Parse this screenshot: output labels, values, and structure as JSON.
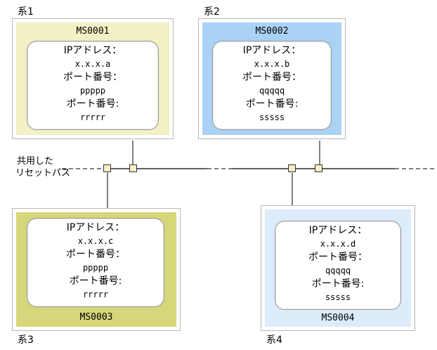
{
  "shared_reset_path": {
    "label_line1": "共用した",
    "label_line2": "リセットパス"
  },
  "systems": [
    {
      "label": "系1",
      "ms_name": "MS0001",
      "ip_label": "IPアドレス：",
      "ip_value": "x.x.x.a",
      "port1_label": "ポート番号：",
      "port1_value": "ppppp",
      "port2_label": "ポート番号:",
      "port2_value": "rrrrr",
      "panel_color": "#f2f0c4"
    },
    {
      "label": "系2",
      "ms_name": "MS0002",
      "ip_label": "IPアドレス：",
      "ip_value": "x.x.x.b",
      "port1_label": "ポート番号：",
      "port1_value": "qqqqq",
      "port2_label": "ポート番号:",
      "port2_value": "sssss",
      "panel_color": "#a9d2f5"
    },
    {
      "label": "系3",
      "ms_name": "MS0003",
      "ip_label": "IPアドレス：",
      "ip_value": "x.x.x.c",
      "port1_label": "ポート番号：",
      "port1_value": "ppppp",
      "port2_label": "ポート番号:",
      "port2_value": "rrrrr",
      "panel_color": "#d6d67a"
    },
    {
      "label": "系4",
      "ms_name": "MS0004",
      "ip_label": "IPアドレス：",
      "ip_value": "x.x.x.d",
      "port1_label": "ポート番号：",
      "port1_value": "qqqqq",
      "port2_label": "ポート番号:",
      "port2_value": "sssss",
      "panel_color": "#dcecfa"
    }
  ]
}
